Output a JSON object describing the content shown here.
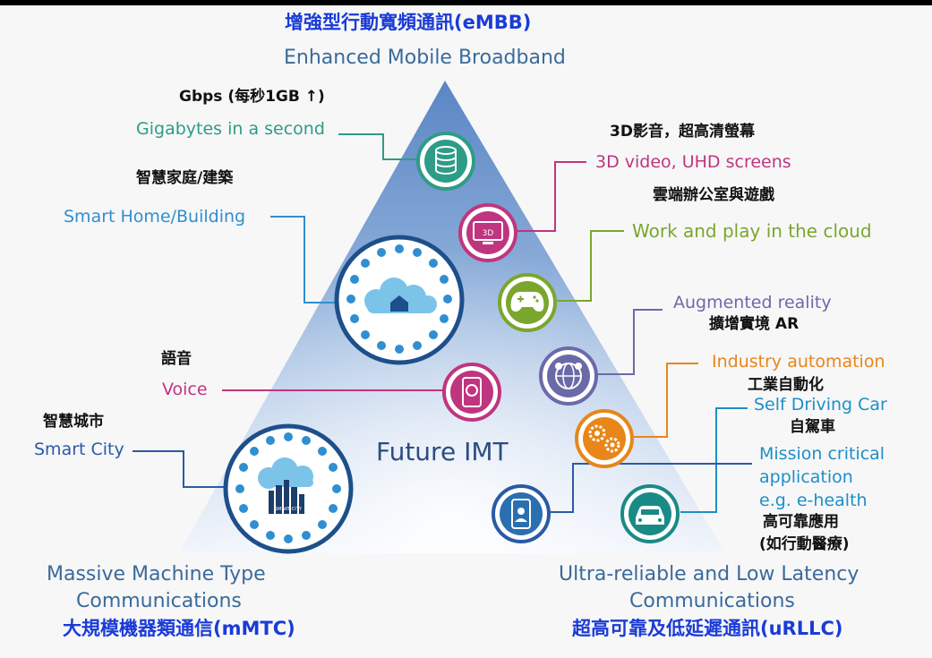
{
  "top": {
    "title_cn": "增強型行動寬頻通訊(eMBB)",
    "title_en": "Enhanced Mobile Broadband"
  },
  "center_label": "Future IMT",
  "left": {
    "gbps_cn": "Gbps (每秒1GB ↑)",
    "gbps_en": "Gigabytes in a second",
    "smart_home_cn": "智慧家庭/建築",
    "smart_home_en": "Smart Home/Building",
    "voice_cn": "語音",
    "voice_en": "Voice",
    "smart_city_cn": "智慧城市",
    "smart_city_en": "Smart City"
  },
  "right": {
    "video_cn": "3D影音，超高清螢幕",
    "video_en": "3D video, UHD screens",
    "cloud_cn": "雲端辦公室與遊戲",
    "cloud_en": "Work and play in the cloud",
    "ar_en": "Augmented reality",
    "ar_cn": "擴增實境 AR",
    "industry_en": "Industry automation",
    "industry_cn": "工業自動化",
    "car_en": "Self Driving Car",
    "car_cn": "自駕車",
    "mission_en_1": "Mission critical",
    "mission_en_2": "application",
    "mission_en_3": "e.g. e-health",
    "mission_cn_1": "高可靠應用",
    "mission_cn_2": "(如行動醫療)"
  },
  "bottom_left": {
    "en_1": "Massive Machine Type",
    "en_2": "Communications",
    "cn": "大規模機器類通信(mMTC)"
  },
  "bottom_right": {
    "en_1": "Ultra-reliable and Low Latency",
    "en_2": "Communications",
    "cn": "超高可靠及低延遲通訊(uRLLC)"
  },
  "icons": {
    "video_badge": "3D",
    "city_badge": "SMART CITY"
  },
  "colors": {
    "teal": "#2e9c86",
    "blue": "#2f8fd0",
    "pink": "#c0357f",
    "green": "#7aa62e",
    "purple": "#6b6aa8",
    "orange": "#e8861a",
    "cyan": "#1c8fc7",
    "darkblue": "#2a5aa5"
  }
}
